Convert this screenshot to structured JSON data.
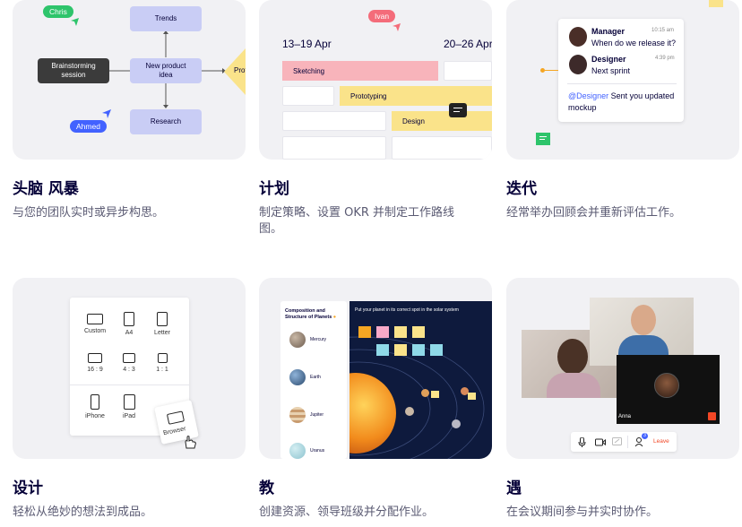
{
  "cards": [
    {
      "title": "头脑 风暴",
      "desc": "与您的团队实时或异步构思。",
      "diagram": {
        "nodes": {
          "trends": "Trends",
          "brainstorm": "Brainstorming\nsession",
          "new_product": "New product\nidea",
          "research": "Research",
          "proto": "Prot"
        },
        "tags": {
          "chris": "Chris",
          "ahmed": "Ahmed"
        }
      }
    },
    {
      "title": "计划",
      "desc": "制定策略、设置 OKR 并制定工作路线图。",
      "timeline": {
        "tag": "Ivan",
        "dates": [
          "13–19 Apr",
          "20–26 Apr"
        ],
        "bars": [
          "Sketching",
          "Prototyping",
          "Design"
        ]
      }
    },
    {
      "title": "迭代",
      "desc": "经常举办回顾会并重新评估工作。",
      "chat": [
        {
          "name": "Manager",
          "time": "10:15 am",
          "text": "When do we release it?"
        },
        {
          "name": "Designer",
          "time": "4:39 pm",
          "text": "Next sprint"
        }
      ],
      "mention": "@Designer",
      "mention_rest": " Sent you updated mockup"
    },
    {
      "title": "设计",
      "desc": "轻松从绝妙的想法到成品。",
      "frames": [
        "Custom",
        "A4",
        "Letter",
        "16 : 9",
        "4 : 3",
        "1 : 1",
        "iPhone",
        "iPad",
        "Browser"
      ]
    },
    {
      "title": "教",
      "desc": "创建资源、领导班级并分配作业。",
      "lesson": {
        "sidebar_title": "Composition and Structure of Planets",
        "planets": [
          "Mercury",
          "Earth",
          "Jupiter",
          "Uranus"
        ],
        "board_title": "Put your planet in its correct spot in the solar system"
      }
    },
    {
      "title": "遇",
      "desc": "在会议期间参与并实时协作。",
      "meeting": {
        "participant": "Anna",
        "leave": "Leave",
        "badge": "3"
      }
    }
  ],
  "colors": {
    "card_bg": "#f1f1f4",
    "node_purple": "#c9cdf5",
    "node_dark": "#3b3b3b",
    "yellow": "#fae38a",
    "pink": "#f8b4bb",
    "accent_blue": "#4262ff",
    "green": "#2ec46b"
  }
}
